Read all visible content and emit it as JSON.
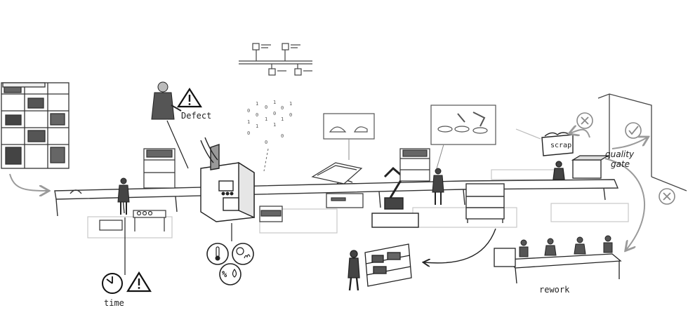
{
  "labels": {
    "defect": "Defect",
    "time": "time",
    "scrap": "scrap",
    "quality_gate_line1": "quality",
    "quality_gate_line2": "gate",
    "rework": "rework",
    "humidity_symbol": "%"
  },
  "icons": [
    "warning-icon",
    "clock-icon",
    "thermometer-icon",
    "drop-icon",
    "reject-icon",
    "accept-icon"
  ],
  "colors": {
    "ink": "#222222",
    "gray": "#9a9a9a",
    "shadow": "#d9d9d9"
  }
}
